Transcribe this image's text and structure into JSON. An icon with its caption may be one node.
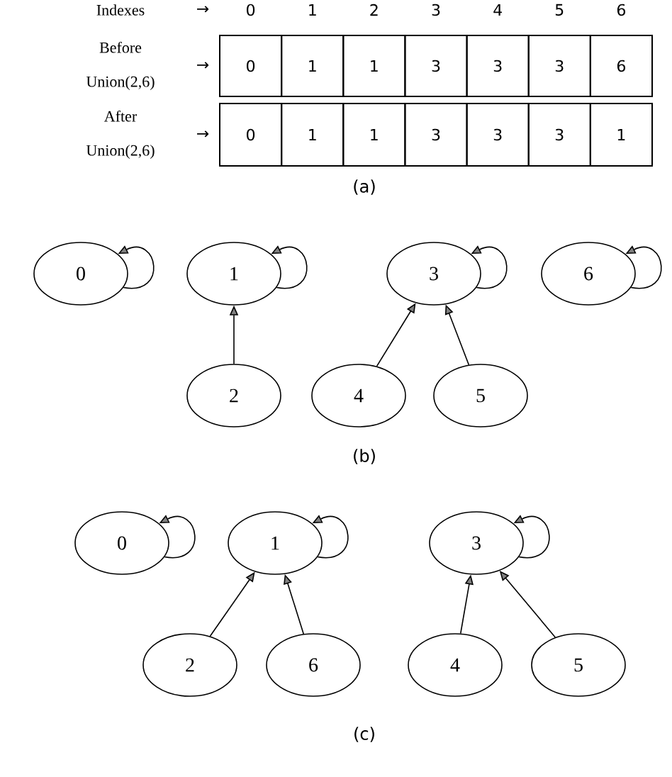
{
  "diagram": {
    "nodes": [
      {
        "text": [
          "0"
        ]
      },
      {
        "text": [
          "1"
        ]
      },
      {
        "text": [
          "3"
        ]
      },
      {
        "text": [
          "6"
        ]
      },
      {
        "text": [
          "2"
        ]
      },
      {
        "text": [
          "4"
        ]
      },
      {
        "text": [
          "5"
        ]
      },
      {
        "text": [
          "0"
        ]
      },
      {
        "text": [
          "1"
        ]
      },
      {
        "text": [
          "3"
        ]
      },
      {
        "text": [
          "2"
        ]
      },
      {
        "text": [
          "6"
        ]
      },
      {
        "text": [
          "4"
        ]
      },
      {
        "text": [
          "5"
        ]
      }
    ],
    "edges": [
      {
        "from": 0,
        "to": 0,
        "arrow": "to"
      },
      {
        "from": 1,
        "to": 1,
        "arrow": "to"
      },
      {
        "from": 2,
        "to": 2,
        "arrow": "to"
      },
      {
        "from": 3,
        "to": 3,
        "arrow": "to"
      },
      {
        "from": 4,
        "to": 1,
        "arrow": "to"
      },
      {
        "from": 5,
        "to": 2,
        "arrow": "to"
      },
      {
        "from": 6,
        "to": 2,
        "arrow": "to"
      },
      {
        "from": 7,
        "to": 7,
        "arrow": "to"
      },
      {
        "from": 8,
        "to": 8,
        "arrow": "to"
      },
      {
        "from": 9,
        "to": 9,
        "arrow": "to"
      },
      {
        "from": 10,
        "to": 8,
        "arrow": "to"
      },
      {
        "from": 11,
        "to": 8,
        "arrow": "to"
      },
      {
        "from": 12,
        "to": 9,
        "arrow": "to"
      },
      {
        "from": 13,
        "to": 9,
        "arrow": "to"
      }
    ],
    "labels": [
      "Indexes",
      "→",
      "0",
      "1",
      "2",
      "3",
      "4",
      "5",
      "6",
      "Before Union(2,6)",
      "→",
      "0",
      "1",
      "1",
      "3",
      "3",
      "3",
      "6",
      "After Union(2,6)",
      "→",
      "0",
      "1",
      "1",
      "3",
      "3",
      "3",
      "1",
      "(a)",
      "(b)",
      "(c)"
    ]
  }
}
